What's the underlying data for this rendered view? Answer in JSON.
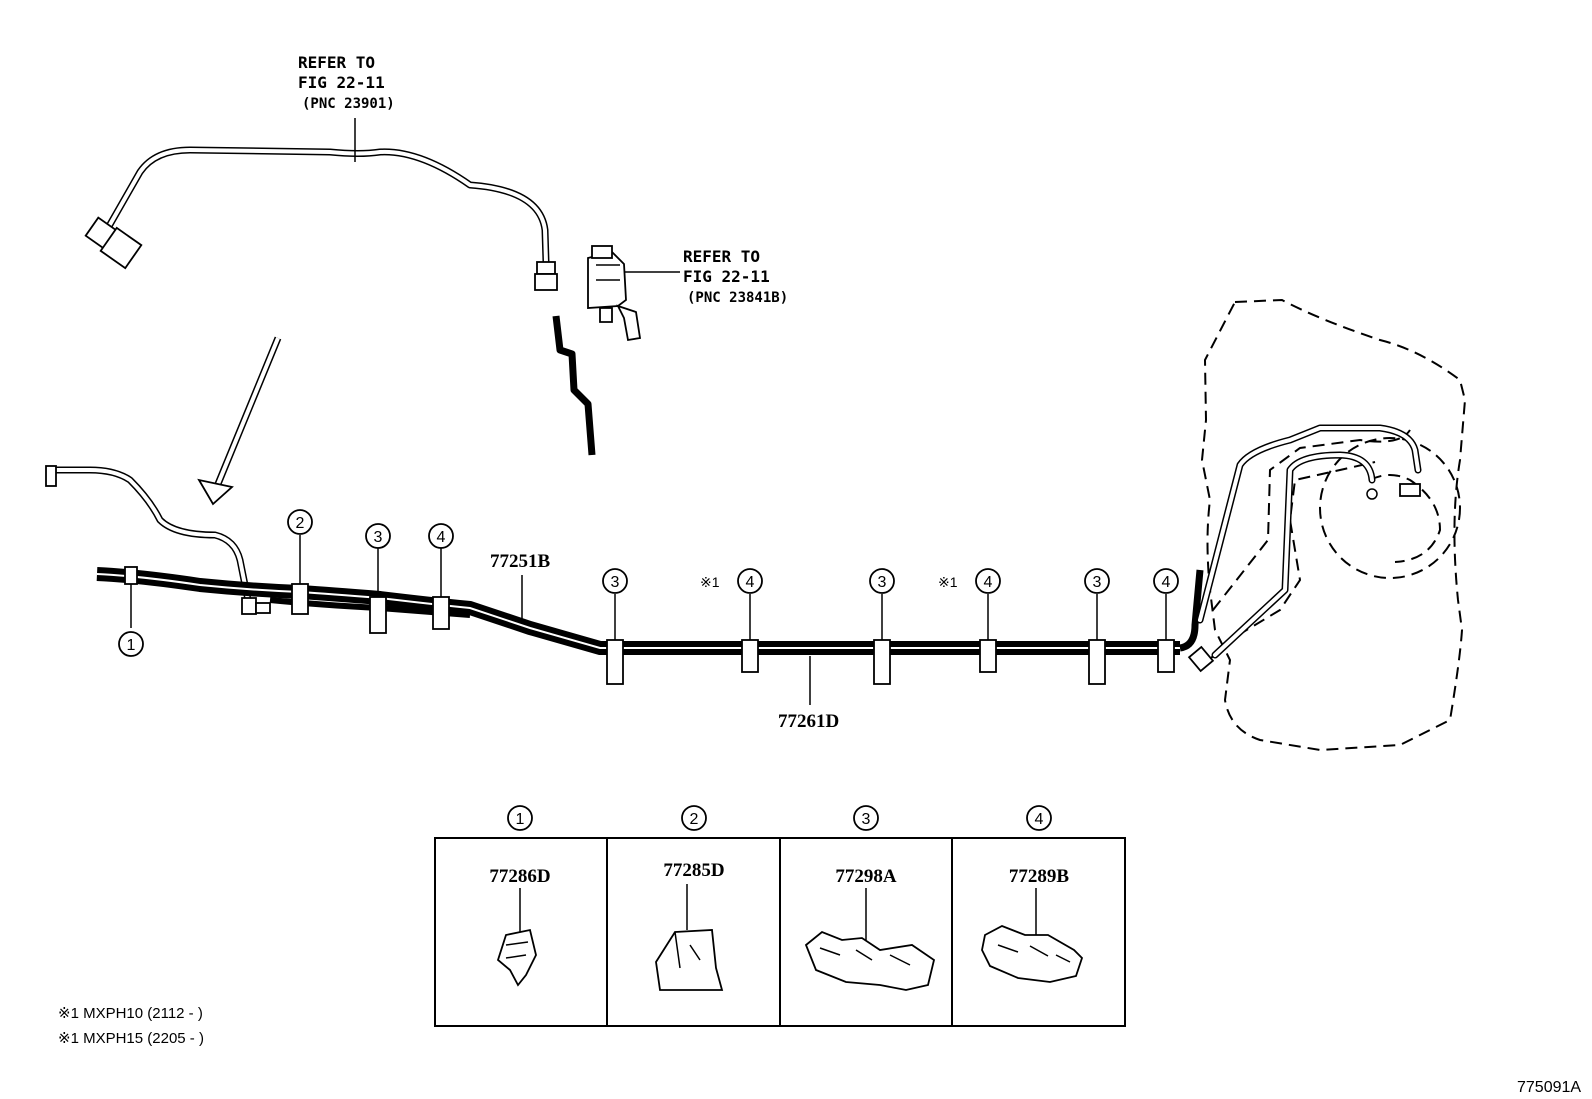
{
  "refers": [
    {
      "line1": "REFER TO",
      "line2": "FIG 22-11",
      "line3": "(PNC 23901)"
    },
    {
      "line1": "REFER TO",
      "line2": "FIG 22-11",
      "line3": "(PNC 23841B)"
    }
  ],
  "callouts": {
    "c1": "1",
    "c2": "2",
    "c3a": "3",
    "c4a": "4",
    "c3b": "3",
    "c4b": "4",
    "c3c": "3",
    "c4c": "4",
    "c3d": "3",
    "c4d": "4"
  },
  "asterisk_marks": {
    "m1": "※1",
    "m2": "※1"
  },
  "part_numbers": {
    "upper_tube": "77251B",
    "lower_tube": "77261D"
  },
  "legend": {
    "cells": [
      {
        "num": "1",
        "part": "77286D"
      },
      {
        "num": "2",
        "part": "77285D"
      },
      {
        "num": "3",
        "part": "77298A"
      },
      {
        "num": "4",
        "part": "77289B"
      }
    ]
  },
  "notes": [
    "※1 MXPH10 (2112 -      )",
    "※1 MXPH15 (2205 -      )"
  ],
  "figure_id": "775091A",
  "colors": {
    "line": "#000000",
    "background": "#ffffff"
  }
}
